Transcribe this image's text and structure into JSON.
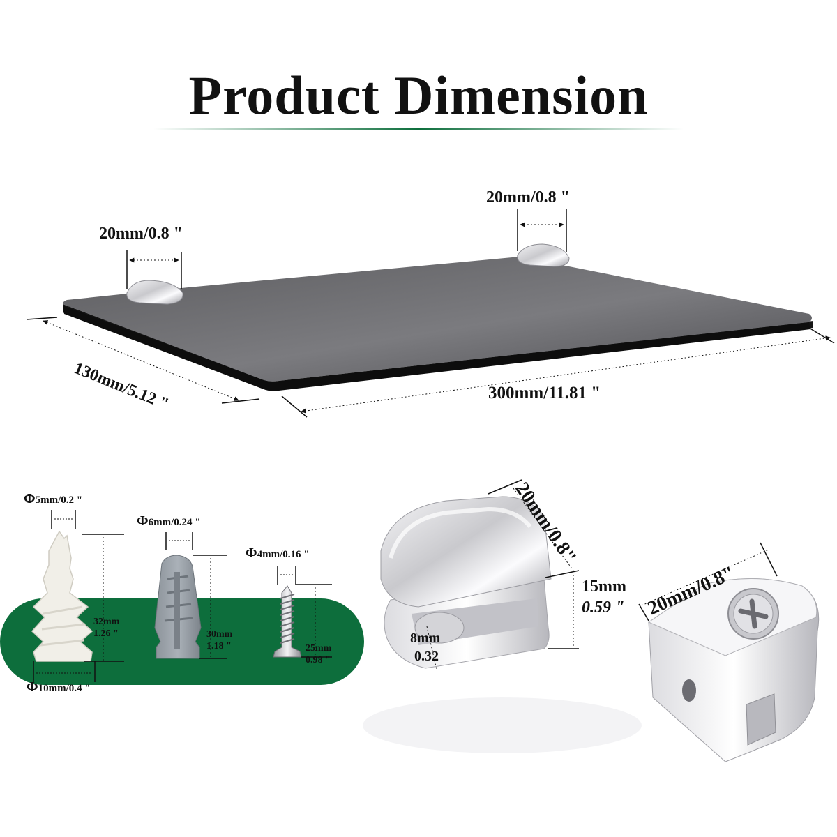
{
  "title": "Product Dimension",
  "colors": {
    "accent": "#0d6e3c",
    "glass": "#6a6a6c",
    "chrome": "#e6e6e8"
  },
  "shelf": {
    "bracket_gap_left": "20mm/0.8 \"",
    "bracket_gap_right": "20mm/0.8 \"",
    "depth": "130mm/5.12 \"",
    "width": "300mm/11.81 \""
  },
  "hardware": {
    "anchor_dia": "5mm/0.2 \"",
    "anchor_len_mm": "32mm",
    "anchor_len_in": "1.26 \"",
    "anchor_base": "10mm/0.4 \"",
    "plug_dia": "6mm/0.24 \"",
    "plug_len_mm": "30mm",
    "plug_len_in": "1.18 \"",
    "screw_dia": "4mm/0.16 \"",
    "screw_len_mm": "25mm",
    "screw_len_in": "0.98 \""
  },
  "clamp": {
    "width_front": "20mm/0.8\"",
    "height_mm": "15mm",
    "height_in": "0.59 \"",
    "gap_mm": "8mm",
    "gap_in": "0.32",
    "width_back": "20mm/0.8\""
  },
  "phi": "Φ"
}
